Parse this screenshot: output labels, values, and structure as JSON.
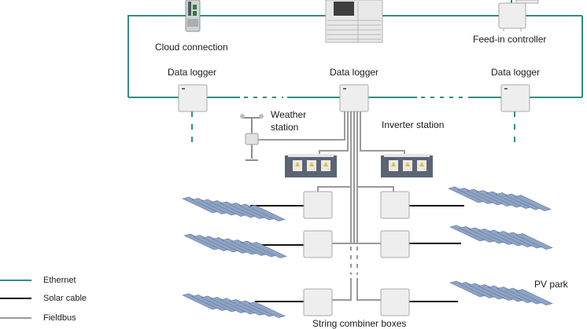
{
  "colors": {
    "ethernet": "#2e8f80",
    "solar_cable": "#111111",
    "fieldbus": "#9a9a9a",
    "box_fill": "#eeeeee",
    "box_stroke": "#a8a8a8",
    "panel_fill": "#8fa4c4",
    "panel_cell": "#5f77a0"
  },
  "labels": {
    "cloud_connection": "Cloud connection",
    "feed_in_controller": "Feed-in controller",
    "data_logger_left": "Data logger",
    "data_logger_center": "Data logger",
    "data_logger_right": "Data logger",
    "weather_station_line1": "Weather",
    "weather_station_line2": "station",
    "inverter_station": "Inverter station",
    "pv_park": "PV park",
    "string_combiner_boxes": "String combiner boxes"
  },
  "legend": [
    {
      "label": "Ethernet",
      "color": "#2e8f80"
    },
    {
      "label": "Solar cable",
      "color": "#111111"
    },
    {
      "label": "Fieldbus",
      "color": "#9a9a9a"
    }
  ]
}
